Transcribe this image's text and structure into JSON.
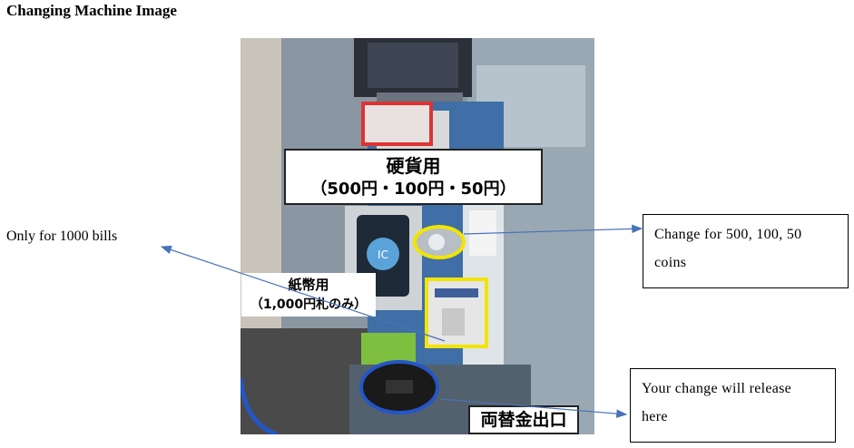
{
  "document": {
    "heading": "Changing Machine Image",
    "left_note": "Only for 1000 bills"
  },
  "callouts": {
    "coins": {
      "line1": "Change for 500, 100, 50",
      "line2": "coins"
    },
    "release": {
      "line1": "Your change will release",
      "line2": "here"
    }
  },
  "photo_labels": {
    "coin_slot": {
      "title": "硬貨用",
      "detail": "（500円・100円・50円）"
    },
    "bill_slot": {
      "title": "紙幣用",
      "detail": "（1,000円札のみ）"
    },
    "exit": "両替金出口"
  },
  "colors": {
    "highlight_yellow": "#f2e400",
    "highlight_blue": "#2456c8",
    "arrow": "#4a72b8"
  }
}
